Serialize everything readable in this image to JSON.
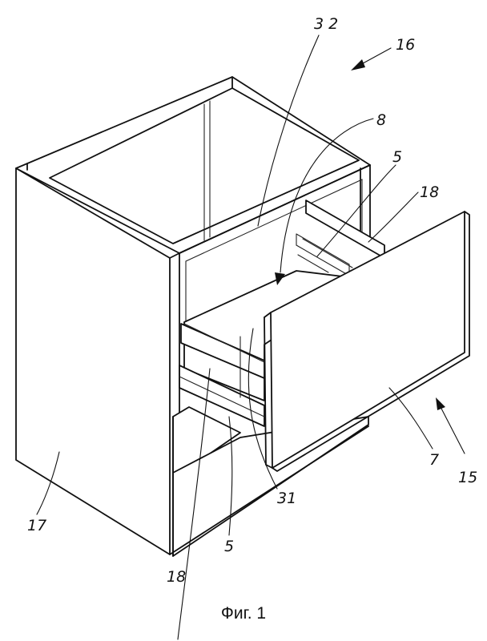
{
  "figure": {
    "caption": "Фиг. 1",
    "labels": {
      "l32": "3 2",
      "l16": "16",
      "l8": "8",
      "l5a": "5",
      "l18a": "18",
      "l15": "15",
      "l7": "7",
      "l31": "31",
      "l17": "17",
      "l5b": "5",
      "l18b": "18"
    }
  }
}
